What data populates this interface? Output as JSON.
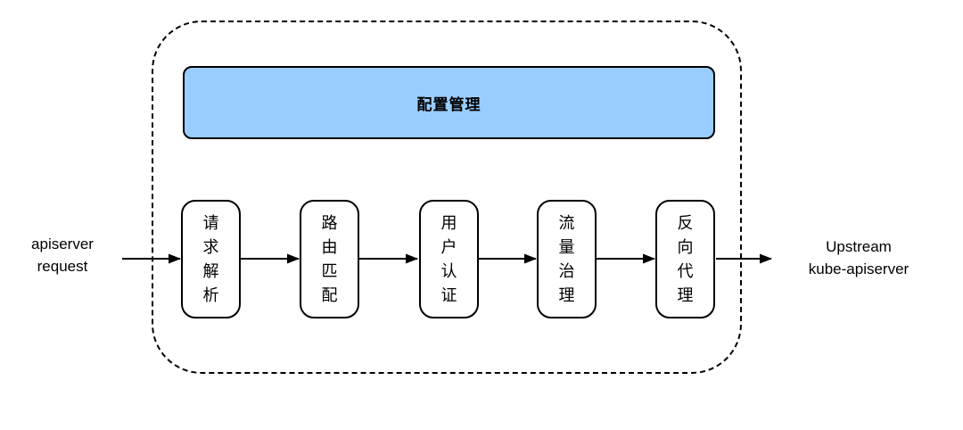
{
  "diagram": {
    "left_label": "apiserver\nrequest",
    "right_label": "Upstream\nkube-apiserver",
    "config_label": "配置管理",
    "config_fill": "#99ccff",
    "line_color": "#000000",
    "stages": [
      {
        "label": "请求解析"
      },
      {
        "label": "路由匹配"
      },
      {
        "label": "用户认证"
      },
      {
        "label": "流量治理"
      },
      {
        "label": "反向代理"
      }
    ]
  }
}
